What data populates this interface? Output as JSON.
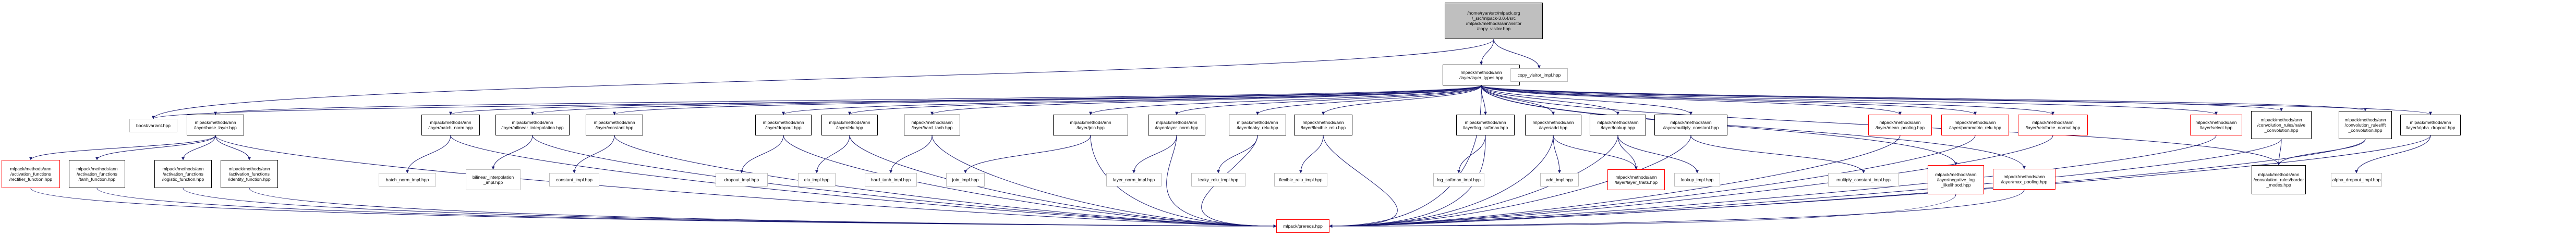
{
  "diagram": {
    "type": "include-dependency-graph",
    "edge_color": "#191970",
    "node_styles": {
      "root": {
        "fill": "#bfbfbf",
        "border": "#000000"
      },
      "normal": {
        "fill": "#ffffff",
        "border": "#000000"
      },
      "external": {
        "fill": "#ffffff",
        "border": "#bfbfbf"
      },
      "undoc": {
        "fill": "#ffffff",
        "border": "#ff0000"
      }
    },
    "nodes": [
      {
        "id": "root",
        "label": "/home/ryan/src/mlpack.org\n/_src/mlpack-3.0.4/src\n/mlpack/methods/ann/visitor\n/copy_visitor.hpp",
        "style": "root"
      },
      {
        "id": "boost_variant",
        "label": "boost/variant.hpp",
        "style": "external"
      },
      {
        "id": "layer_types",
        "label": "mlpack/methods/ann\n/layer/layer_types.hpp",
        "style": "normal"
      },
      {
        "id": "copy_visitor_impl",
        "label": "copy_visitor_impl.hpp",
        "style": "external"
      },
      {
        "id": "base_layer",
        "label": "mlpack/methods/ann\n/layer/base_layer.hpp",
        "style": "normal"
      },
      {
        "id": "rectifier",
        "label": "mlpack/methods/ann\n/activation_functions\n/rectifier_function.hpp",
        "style": "undoc"
      },
      {
        "id": "tanh",
        "label": "mlpack/methods/ann\n/activation_functions\n/tanh_function.hpp",
        "style": "normal"
      },
      {
        "id": "logistic",
        "label": "mlpack/methods/ann\n/activation_functions\n/logistic_function.hpp",
        "style": "normal"
      },
      {
        "id": "identity",
        "label": "mlpack/methods/ann\n/activation_functions\n/identity_function.hpp",
        "style": "normal"
      },
      {
        "id": "batch_norm",
        "label": "mlpack/methods/ann\n/layer/batch_norm.hpp",
        "style": "normal"
      },
      {
        "id": "batch_norm_impl",
        "label": "batch_norm_impl.hpp",
        "style": "external"
      },
      {
        "id": "bilinear",
        "label": "mlpack/methods/ann\n/layer/bilinear_interpolation.hpp",
        "style": "normal"
      },
      {
        "id": "bilinear_impl",
        "label": "bilinear_interpolation\n_impl.hpp",
        "style": "external"
      },
      {
        "id": "constant",
        "label": "mlpack/methods/ann\n/layer/constant.hpp",
        "style": "normal"
      },
      {
        "id": "constant_impl",
        "label": "constant_impl.hpp",
        "style": "external"
      },
      {
        "id": "dropout",
        "label": "mlpack/methods/ann\n/layer/dropout.hpp",
        "style": "normal"
      },
      {
        "id": "dropout_impl",
        "label": "dropout_impl.hpp",
        "style": "external"
      },
      {
        "id": "elu",
        "label": "mlpack/methods/ann\n/layer/elu.hpp",
        "style": "normal"
      },
      {
        "id": "elu_impl",
        "label": "elu_impl.hpp",
        "style": "external"
      },
      {
        "id": "hard_tanh",
        "label": "mlpack/methods/ann\n/layer/hard_tanh.hpp",
        "style": "normal"
      },
      {
        "id": "hard_tanh_impl",
        "label": "hard_tanh_impl.hpp",
        "style": "external"
      },
      {
        "id": "join",
        "label": "mlpack/methods/ann\n/layer/join.hpp",
        "style": "normal"
      },
      {
        "id": "join_impl",
        "label": "join_impl.hpp",
        "style": "external"
      },
      {
        "id": "layer_norm",
        "label": "mlpack/methods/ann\n/layer/layer_norm.hpp",
        "style": "normal"
      },
      {
        "id": "layer_norm_impl",
        "label": "layer_norm_impl.hpp",
        "style": "external"
      },
      {
        "id": "leaky_relu",
        "label": "mlpack/methods/ann\n/layer/leaky_relu.hpp",
        "style": "normal"
      },
      {
        "id": "leaky_relu_impl",
        "label": "leaky_relu_impl.hpp",
        "style": "external"
      },
      {
        "id": "flexible_relu",
        "label": "mlpack/methods/ann\n/layer/flexible_relu.hpp",
        "style": "normal"
      },
      {
        "id": "flexible_relu_impl",
        "label": "flexible_relu_impl.hpp",
        "style": "external"
      },
      {
        "id": "log_softmax",
        "label": "mlpack/methods/ann\n/layer/log_softmax.hpp",
        "style": "normal"
      },
      {
        "id": "log_softmax_impl",
        "label": "log_softmax_impl.hpp",
        "style": "external"
      },
      {
        "id": "add",
        "label": "mlpack/methods/ann\n/layer/add.hpp",
        "style": "normal"
      },
      {
        "id": "add_impl",
        "label": "add_impl.hpp",
        "style": "external"
      },
      {
        "id": "layer_traits",
        "label": "mlpack/methods/ann\n/layer/layer_traits.hpp",
        "style": "undoc"
      },
      {
        "id": "lookup",
        "label": "mlpack/methods/ann\n/layer/lookup.hpp",
        "style": "normal"
      },
      {
        "id": "lookup_impl",
        "label": "lookup_impl.hpp",
        "style": "external"
      },
      {
        "id": "multiply_constant",
        "label": "mlpack/methods/ann\n/layer/multiply_constant.hpp",
        "style": "normal"
      },
      {
        "id": "multiply_constant_impl",
        "label": "multiply_constant_impl.hpp",
        "style": "external"
      },
      {
        "id": "negative_log_likelihood",
        "label": "mlpack/methods/ann\n/layer/negative_log\n_likelihood.hpp",
        "style": "undoc"
      },
      {
        "id": "max_pooling",
        "label": "mlpack/methods/ann\n/layer/max_pooling.hpp",
        "style": "undoc"
      },
      {
        "id": "mean_pooling",
        "label": "mlpack/methods/ann\n/layer/mean_pooling.hpp",
        "style": "undoc"
      },
      {
        "id": "parametric_relu",
        "label": "mlpack/methods/ann\n/layer/parametric_relu.hpp",
        "style": "undoc"
      },
      {
        "id": "reinforce_normal",
        "label": "mlpack/methods/ann\n/layer/reinforce_normal.hpp",
        "style": "undoc"
      },
      {
        "id": "select",
        "label": "mlpack/methods/ann\n/layer/select.hpp",
        "style": "undoc"
      },
      {
        "id": "naive_conv",
        "label": "mlpack/methods/ann\n/convolution_rules/naive\n_convolution.hpp",
        "style": "normal"
      },
      {
        "id": "fft_conv",
        "label": "mlpack/methods/ann\n/convolution_rules/fft\n_convolution.hpp",
        "style": "normal"
      },
      {
        "id": "border_modes",
        "label": "mlpack/methods/ann\n/convolution_rules/border\n_modes.hpp",
        "style": "normal"
      },
      {
        "id": "alpha_dropout",
        "label": "mlpack/methods/ann\n/layer/alpha_dropout.hpp",
        "style": "normal"
      },
      {
        "id": "alpha_dropout_impl",
        "label": "alpha_dropout_impl.hpp",
        "style": "external"
      },
      {
        "id": "prereqs",
        "label": "mlpack/prereqs.hpp",
        "style": "undoc"
      }
    ],
    "edges": [
      [
        "root",
        "boost_variant"
      ],
      [
        "root",
        "layer_types"
      ],
      [
        "root",
        "copy_visitor_impl"
      ],
      [
        "layer_types",
        "boost_variant"
      ],
      [
        "layer_types",
        "base_layer"
      ],
      [
        "layer_types",
        "batch_norm"
      ],
      [
        "layer_types",
        "bilinear"
      ],
      [
        "layer_types",
        "constant"
      ],
      [
        "layer_types",
        "dropout"
      ],
      [
        "layer_types",
        "elu"
      ],
      [
        "layer_types",
        "hard_tanh"
      ],
      [
        "layer_types",
        "join"
      ],
      [
        "layer_types",
        "layer_norm"
      ],
      [
        "layer_types",
        "leaky_relu"
      ],
      [
        "layer_types",
        "flexible_relu"
      ],
      [
        "layer_types",
        "log_softmax"
      ],
      [
        "layer_types",
        "add"
      ],
      [
        "layer_types",
        "lookup"
      ],
      [
        "layer_types",
        "multiply_constant"
      ],
      [
        "layer_types",
        "negative_log_likelihood"
      ],
      [
        "layer_types",
        "max_pooling"
      ],
      [
        "layer_types",
        "mean_pooling"
      ],
      [
        "layer_types",
        "parametric_relu"
      ],
      [
        "layer_types",
        "reinforce_normal"
      ],
      [
        "layer_types",
        "select"
      ],
      [
        "layer_types",
        "naive_conv"
      ],
      [
        "layer_types",
        "fft_conv"
      ],
      [
        "layer_types",
        "border_modes"
      ],
      [
        "layer_types",
        "alpha_dropout"
      ],
      [
        "layer_types",
        "prereqs"
      ],
      [
        "base_layer",
        "rectifier"
      ],
      [
        "base_layer",
        "tanh"
      ],
      [
        "base_layer",
        "logistic"
      ],
      [
        "base_layer",
        "identity"
      ],
      [
        "base_layer",
        "prereqs"
      ],
      [
        "rectifier",
        "prereqs"
      ],
      [
        "tanh",
        "prereqs"
      ],
      [
        "logistic",
        "prereqs"
      ],
      [
        "identity",
        "prereqs"
      ],
      [
        "batch_norm",
        "batch_norm_impl"
      ],
      [
        "batch_norm",
        "prereqs"
      ],
      [
        "bilinear",
        "bilinear_impl"
      ],
      [
        "bilinear",
        "prereqs"
      ],
      [
        "constant",
        "constant_impl"
      ],
      [
        "constant",
        "prereqs"
      ],
      [
        "dropout",
        "dropout_impl"
      ],
      [
        "dropout",
        "prereqs"
      ],
      [
        "elu",
        "elu_impl"
      ],
      [
        "elu",
        "prereqs"
      ],
      [
        "hard_tanh",
        "hard_tanh_impl"
      ],
      [
        "hard_tanh",
        "prereqs"
      ],
      [
        "join",
        "join_impl"
      ],
      [
        "join",
        "prereqs"
      ],
      [
        "layer_norm",
        "layer_norm_impl"
      ],
      [
        "layer_norm",
        "prereqs"
      ],
      [
        "leaky_relu",
        "leaky_relu_impl"
      ],
      [
        "leaky_relu",
        "prereqs"
      ],
      [
        "flexible_relu",
        "flexible_relu_impl"
      ],
      [
        "flexible_relu",
        "prereqs"
      ],
      [
        "log_softmax",
        "log_softmax_impl"
      ],
      [
        "log_softmax",
        "prereqs"
      ],
      [
        "add",
        "add_impl"
      ],
      [
        "add",
        "layer_traits"
      ],
      [
        "add",
        "prereqs"
      ],
      [
        "lookup",
        "lookup_impl"
      ],
      [
        "lookup",
        "layer_traits"
      ],
      [
        "lookup",
        "prereqs"
      ],
      [
        "multiply_constant",
        "multiply_constant_impl"
      ],
      [
        "multiply_constant",
        "prereqs"
      ],
      [
        "negative_log_likelihood",
        "prereqs"
      ],
      [
        "max_pooling",
        "prereqs"
      ],
      [
        "mean_pooling",
        "prereqs"
      ],
      [
        "parametric_relu",
        "prereqs"
      ],
      [
        "reinforce_normal",
        "prereqs"
      ],
      [
        "select",
        "prereqs"
      ],
      [
        "naive_conv",
        "border_modes"
      ],
      [
        "naive_conv",
        "prereqs"
      ],
      [
        "fft_conv",
        "border_modes"
      ],
      [
        "fft_conv",
        "prereqs"
      ],
      [
        "alpha_dropout",
        "alpha_dropout_impl"
      ],
      [
        "alpha_dropout",
        "prereqs"
      ]
    ]
  }
}
